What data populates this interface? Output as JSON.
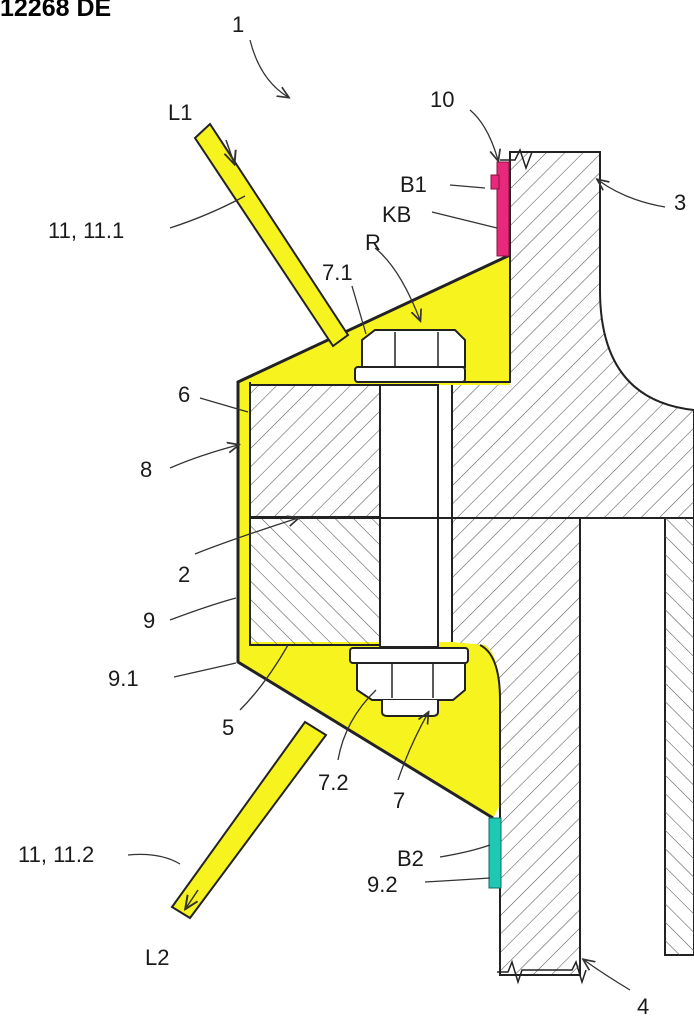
{
  "doc_number": "12268 DE",
  "colors": {
    "seal_fill": "#f7f31f",
    "barrier_upper": "#e8287a",
    "barrier_lower": "#1fc8b4",
    "outline": "#222222"
  },
  "labels": {
    "assembly": "1",
    "l1": "L1",
    "l2": "L2",
    "ref_10": "10",
    "b1": "B1",
    "kb": "KB",
    "r": "R",
    "ref_3": "3",
    "ref_11_1": "11, 11.1",
    "ref_7_1": "7.1",
    "ref_6": "6",
    "ref_8": "8",
    "ref_2": "2",
    "ref_9": "9",
    "ref_9_1": "9.1",
    "ref_5": "5",
    "ref_7_2": "7.2",
    "ref_7": "7",
    "ref_11_2": "11, 11.2",
    "b2": "B2",
    "ref_9_2": "9.2",
    "ref_4": "4"
  }
}
